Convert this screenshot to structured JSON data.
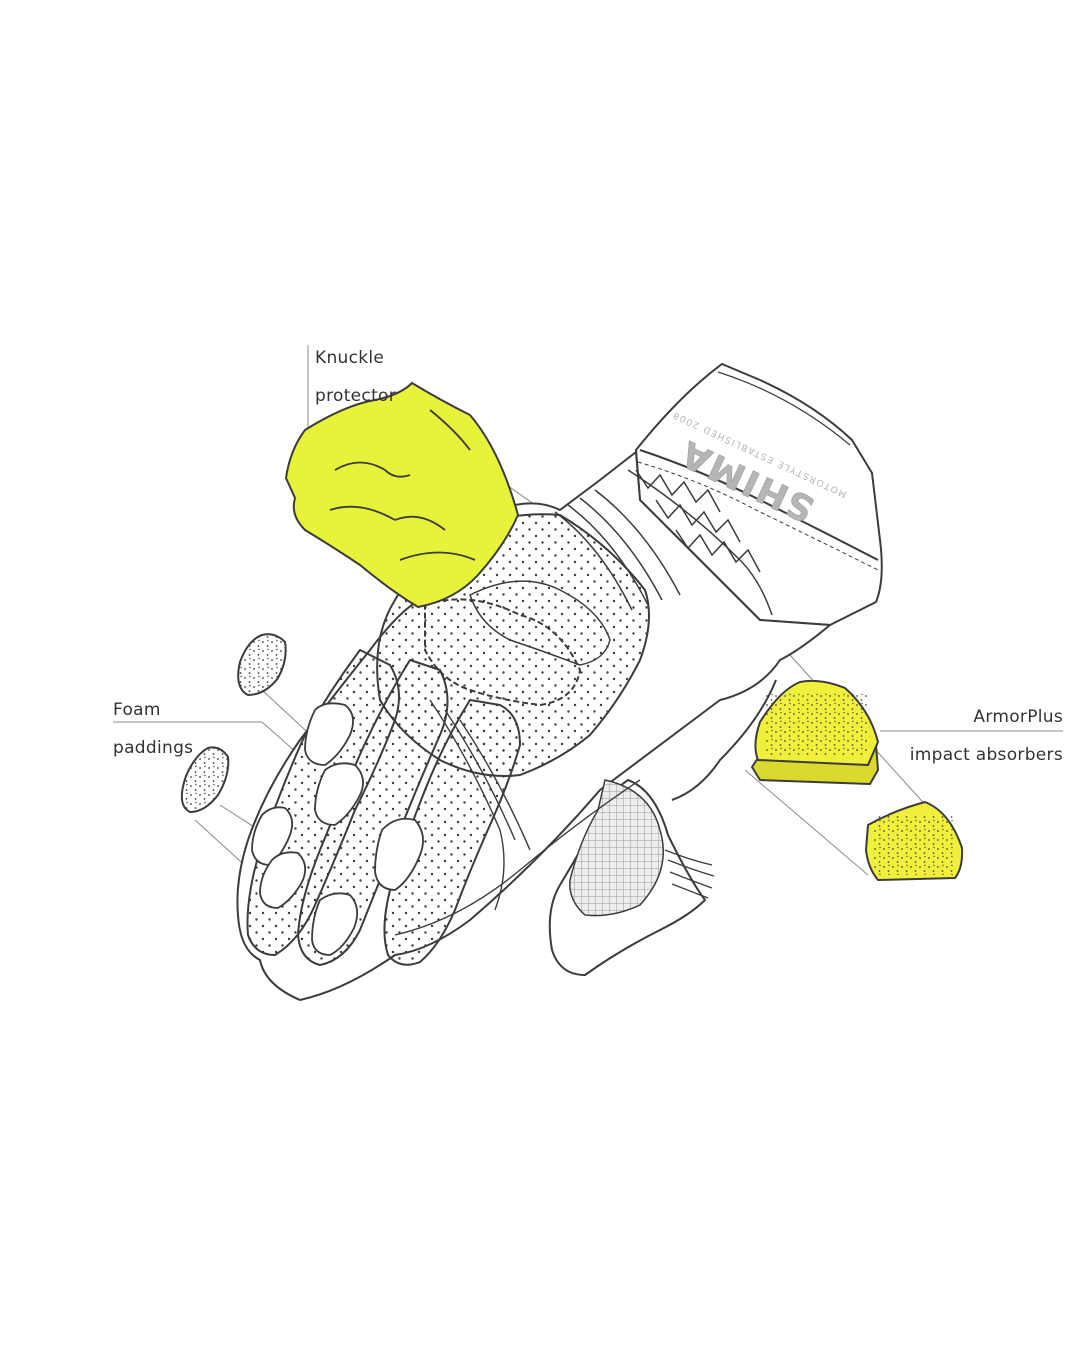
{
  "callouts": {
    "knuckle": {
      "line1": "Knuckle",
      "line2": "protector"
    },
    "foam": {
      "line1": "Foam",
      "line2": "paddings"
    },
    "armor": {
      "line1": "ArmorPlus",
      "line2": "impact absorbers"
    }
  },
  "brand": {
    "logo": "SHIMA",
    "tagline": "MOTORSTYLE ESTABLISHED 2008"
  },
  "colors": {
    "line": "#3c3c3c",
    "leader": "#8a8a8a",
    "knuckle_fill": "#e7f23b",
    "armor_fill": "#f0f03c",
    "label_text": "#333333"
  }
}
